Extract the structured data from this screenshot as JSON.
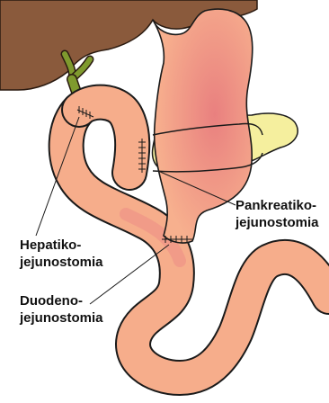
{
  "colors": {
    "liver": "#8a5a3c",
    "liver_outline": "#2a1a10",
    "bile_duct": "#7f9a2e",
    "stomach_fill": "#f4a98c",
    "stomach_center": "#e98a86",
    "intestine_fill": "#f6ad8b",
    "intestine_shade": "#ec8c86",
    "pancreas": "#f5ef9e",
    "outline": "#1a1a1a"
  },
  "labels": {
    "pankreatiko": {
      "line1": "Pankreatiko-",
      "line2": "jejunostomia"
    },
    "hepatiko": {
      "line1": "Hepatiko-",
      "line2": "jejunostomia"
    },
    "duodeno": {
      "line1": "Duodeno-",
      "line2": "jejunostomia"
    }
  }
}
